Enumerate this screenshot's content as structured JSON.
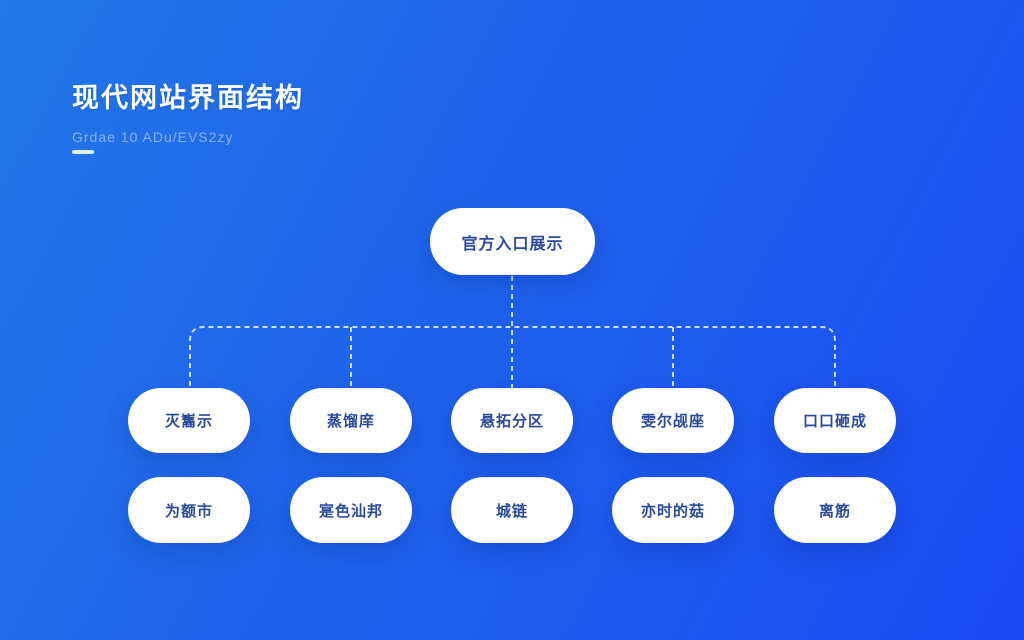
{
  "page": {
    "title": "现代网站界面结构",
    "subtitle": "Grdae 10 ADu/EVS2zy"
  },
  "colors": {
    "background_gradient_start": "#2277e9",
    "background_gradient_end": "#1a4bf3",
    "node_fill": "#ffffff",
    "node_text": "#2b4a9e",
    "title_text": "#ffffff",
    "connector_line": "rgba(235,245,255,0.85)"
  },
  "diagram": {
    "type": "tree",
    "root": {
      "label": "官方入口展示"
    },
    "level1": [
      {
        "label": "灭雟示"
      },
      {
        "label": "蒸馏庠"
      },
      {
        "label": "悬拓分区"
      },
      {
        "label": "雯尔觇座"
      },
      {
        "label": "口口砸成"
      }
    ],
    "level2": [
      {
        "label": "为额市"
      },
      {
        "label": "寔色汕邦"
      },
      {
        "label": "城链"
      },
      {
        "label": "亦时的菇"
      },
      {
        "label": "离筋"
      }
    ],
    "connector_style": "dashed"
  }
}
